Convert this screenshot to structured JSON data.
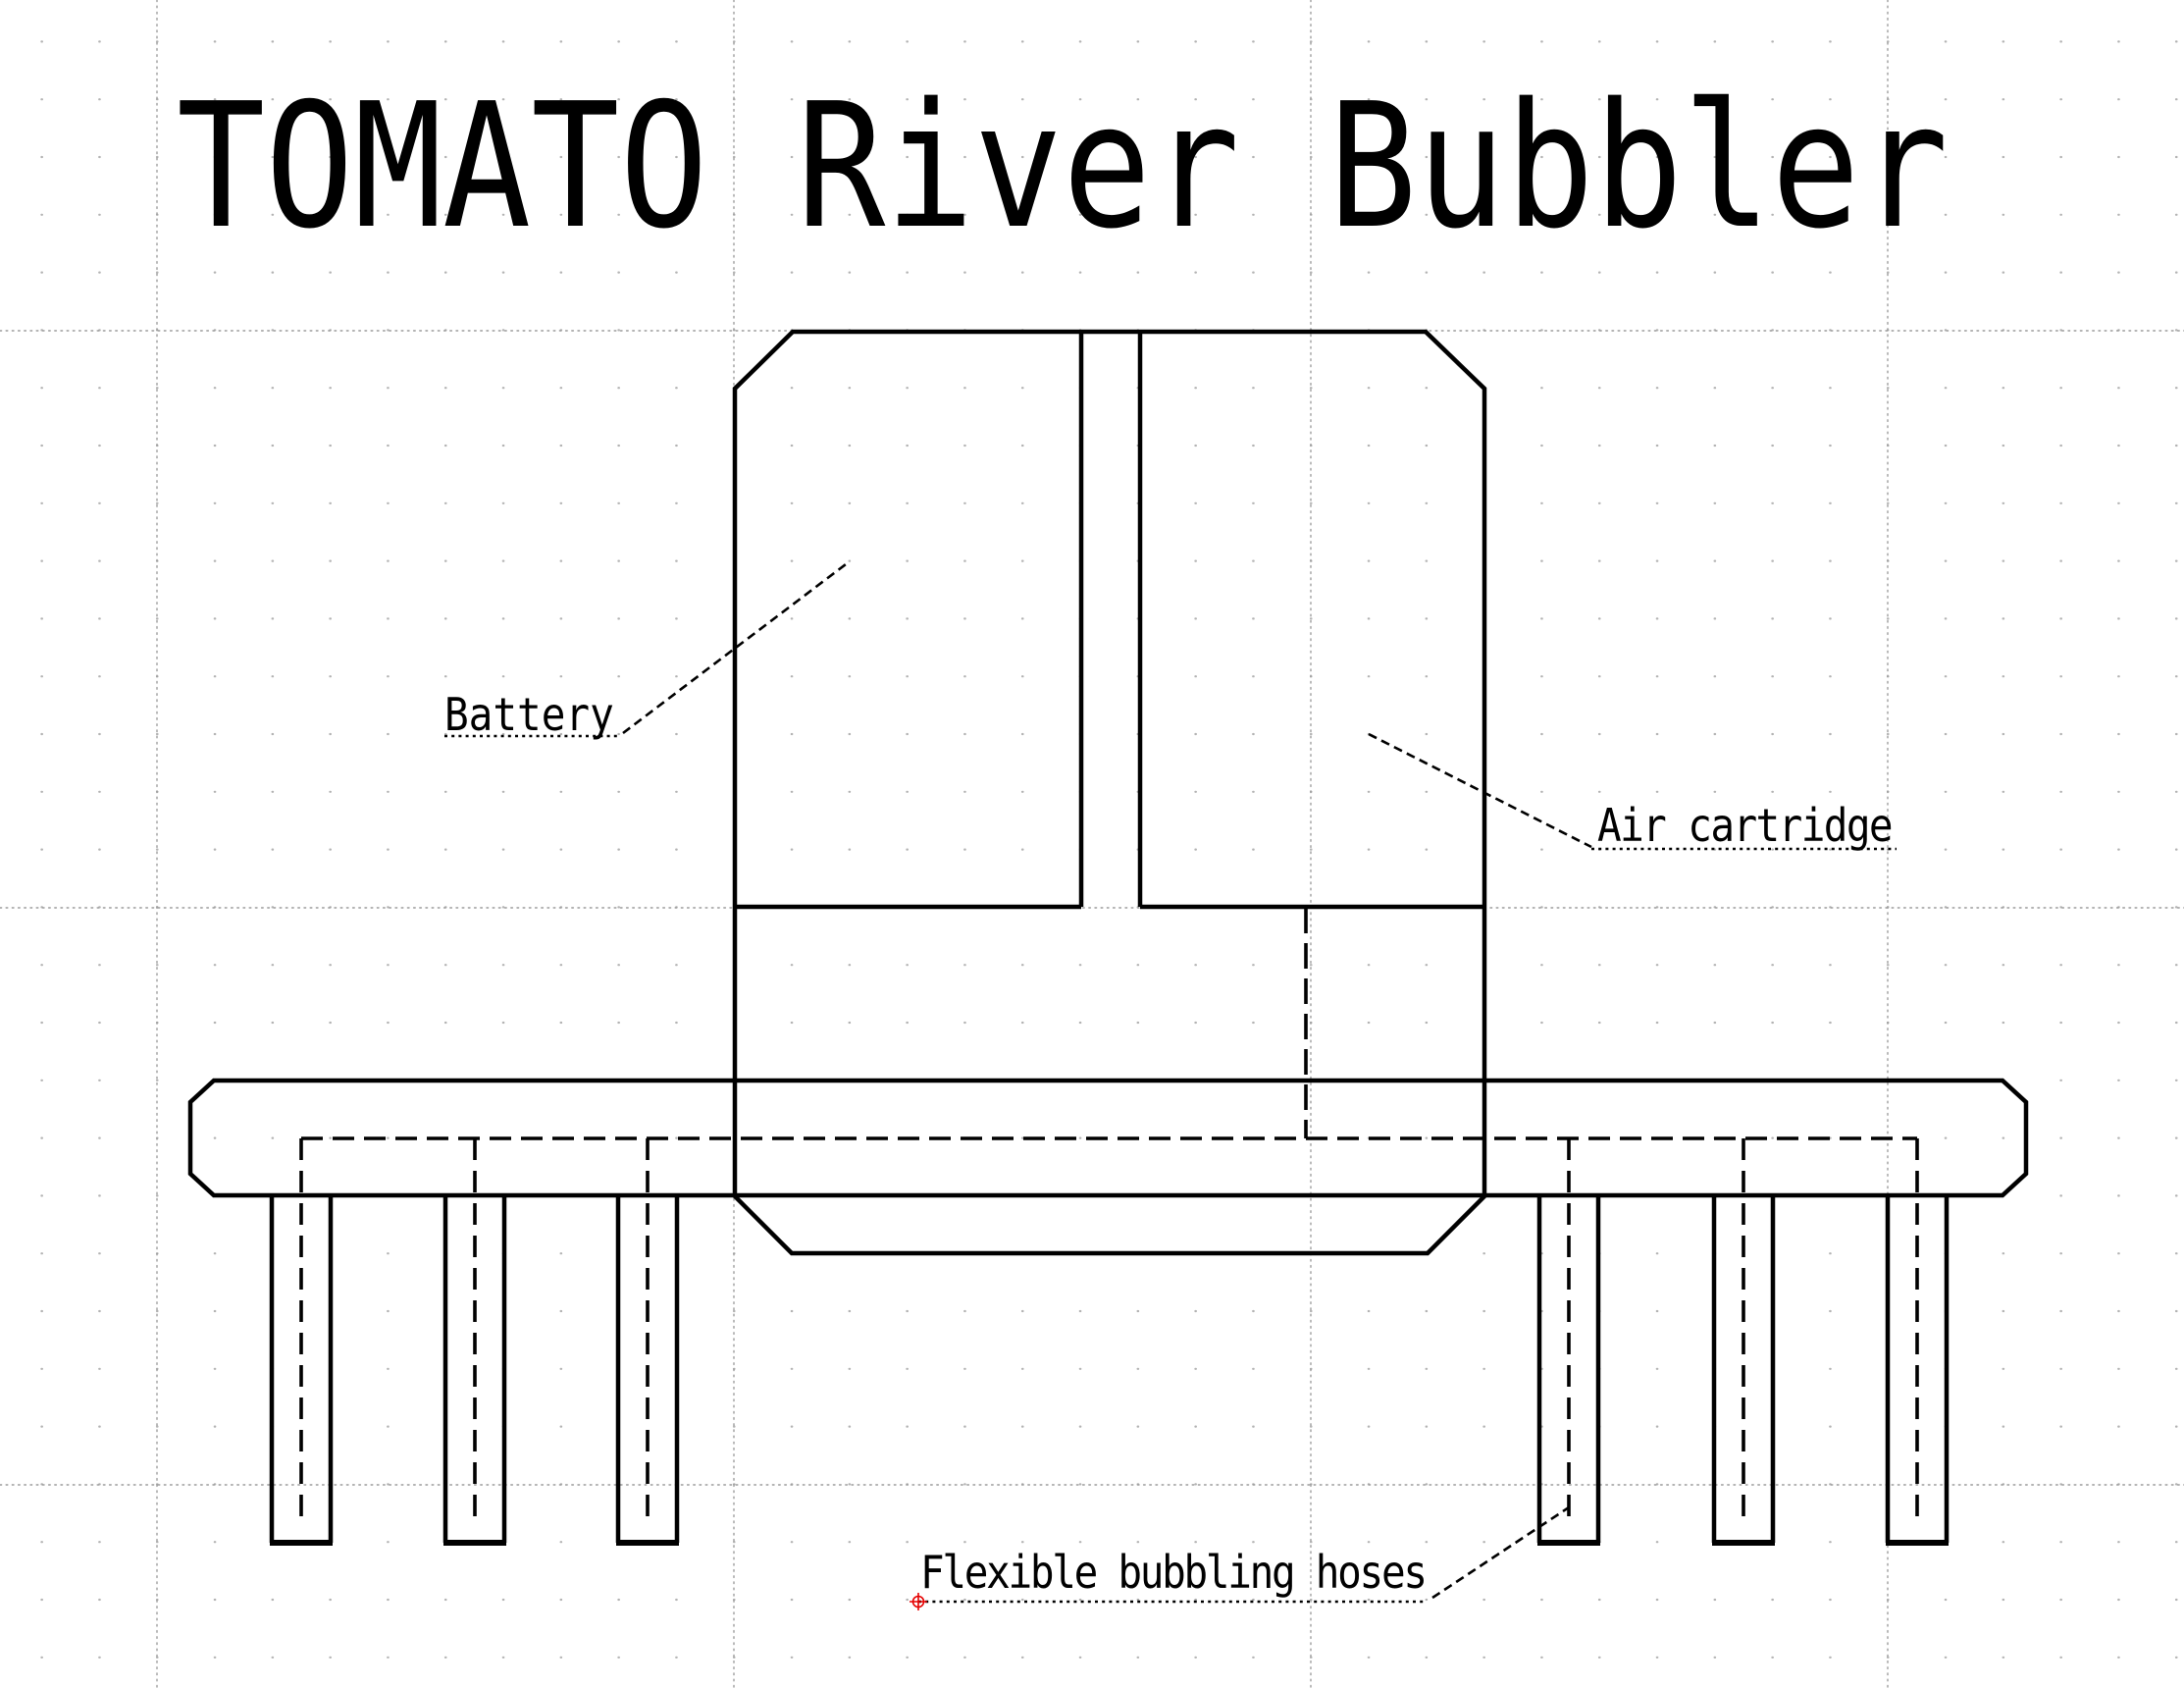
{
  "drawing": {
    "title": "TOMATO River Bubbler",
    "annotations": {
      "battery": "Battery",
      "air_cartridge": "Air cartridge",
      "flexible_hoses": "Flexible bubbling hoses"
    },
    "colors": {
      "line": "#000000",
      "grid_dot": "#b3b3b3",
      "grid_major": "#9c9c9c",
      "origin_marker": "#e60000"
    }
  }
}
